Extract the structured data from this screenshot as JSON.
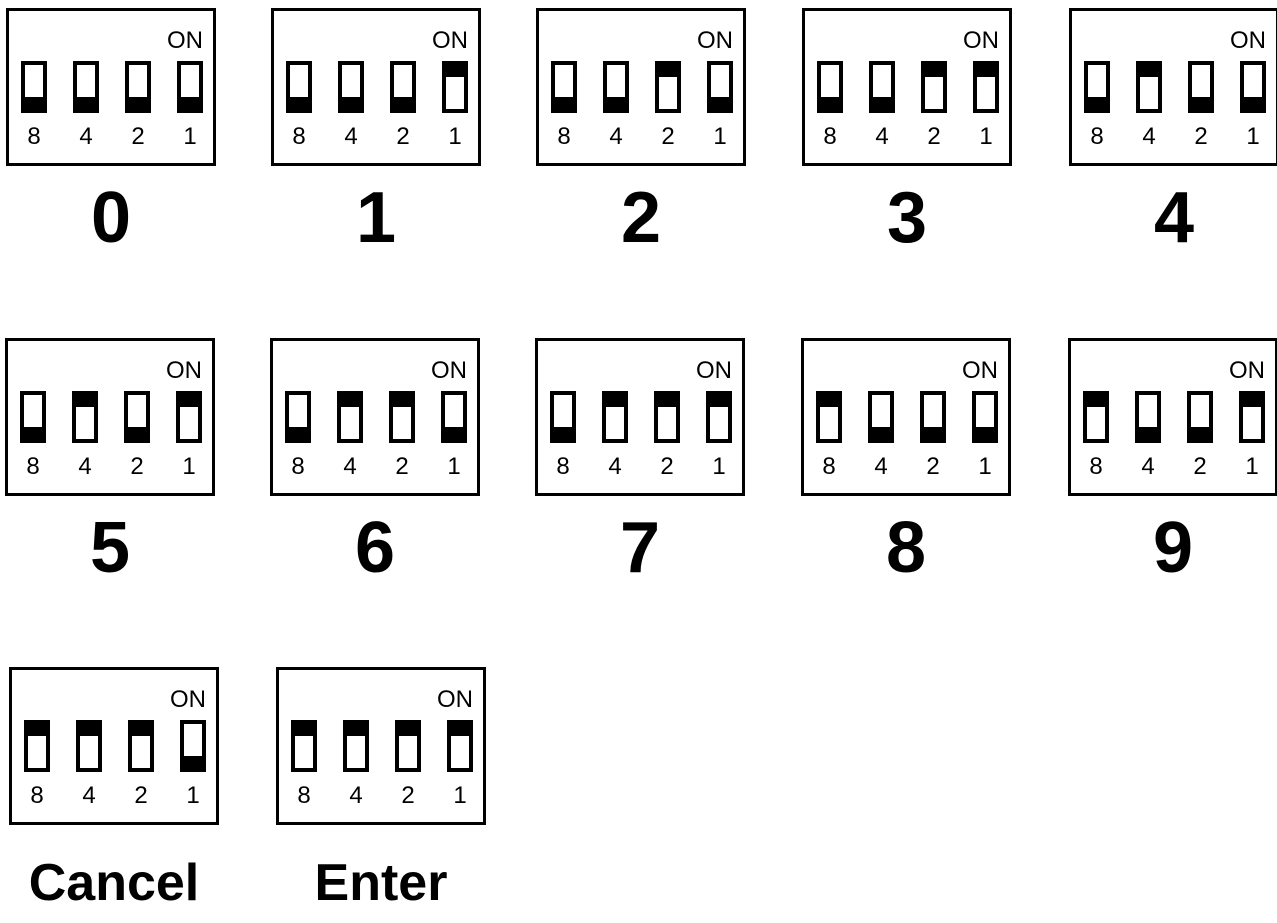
{
  "switch_label": "ON",
  "weights": [
    "8",
    "4",
    "2",
    "1"
  ],
  "codes": [
    {
      "label": "0",
      "switches": [
        false,
        false,
        false,
        false
      ]
    },
    {
      "label": "1",
      "switches": [
        false,
        false,
        false,
        true
      ]
    },
    {
      "label": "2",
      "switches": [
        false,
        false,
        true,
        false
      ]
    },
    {
      "label": "3",
      "switches": [
        false,
        false,
        true,
        true
      ]
    },
    {
      "label": "4",
      "switches": [
        false,
        true,
        false,
        false
      ]
    },
    {
      "label": "5",
      "switches": [
        false,
        true,
        false,
        true
      ]
    },
    {
      "label": "6",
      "switches": [
        false,
        true,
        true,
        false
      ]
    },
    {
      "label": "7",
      "switches": [
        false,
        true,
        true,
        true
      ]
    },
    {
      "label": "8",
      "switches": [
        true,
        false,
        false,
        false
      ]
    },
    {
      "label": "9",
      "switches": [
        true,
        false,
        false,
        true
      ]
    },
    {
      "label": "Cancel",
      "switches": [
        true,
        true,
        true,
        false
      ]
    },
    {
      "label": "Enter",
      "switches": [
        true,
        true,
        true,
        true
      ]
    }
  ],
  "colors": {
    "ink": "#000000",
    "background": "#ffffff"
  }
}
